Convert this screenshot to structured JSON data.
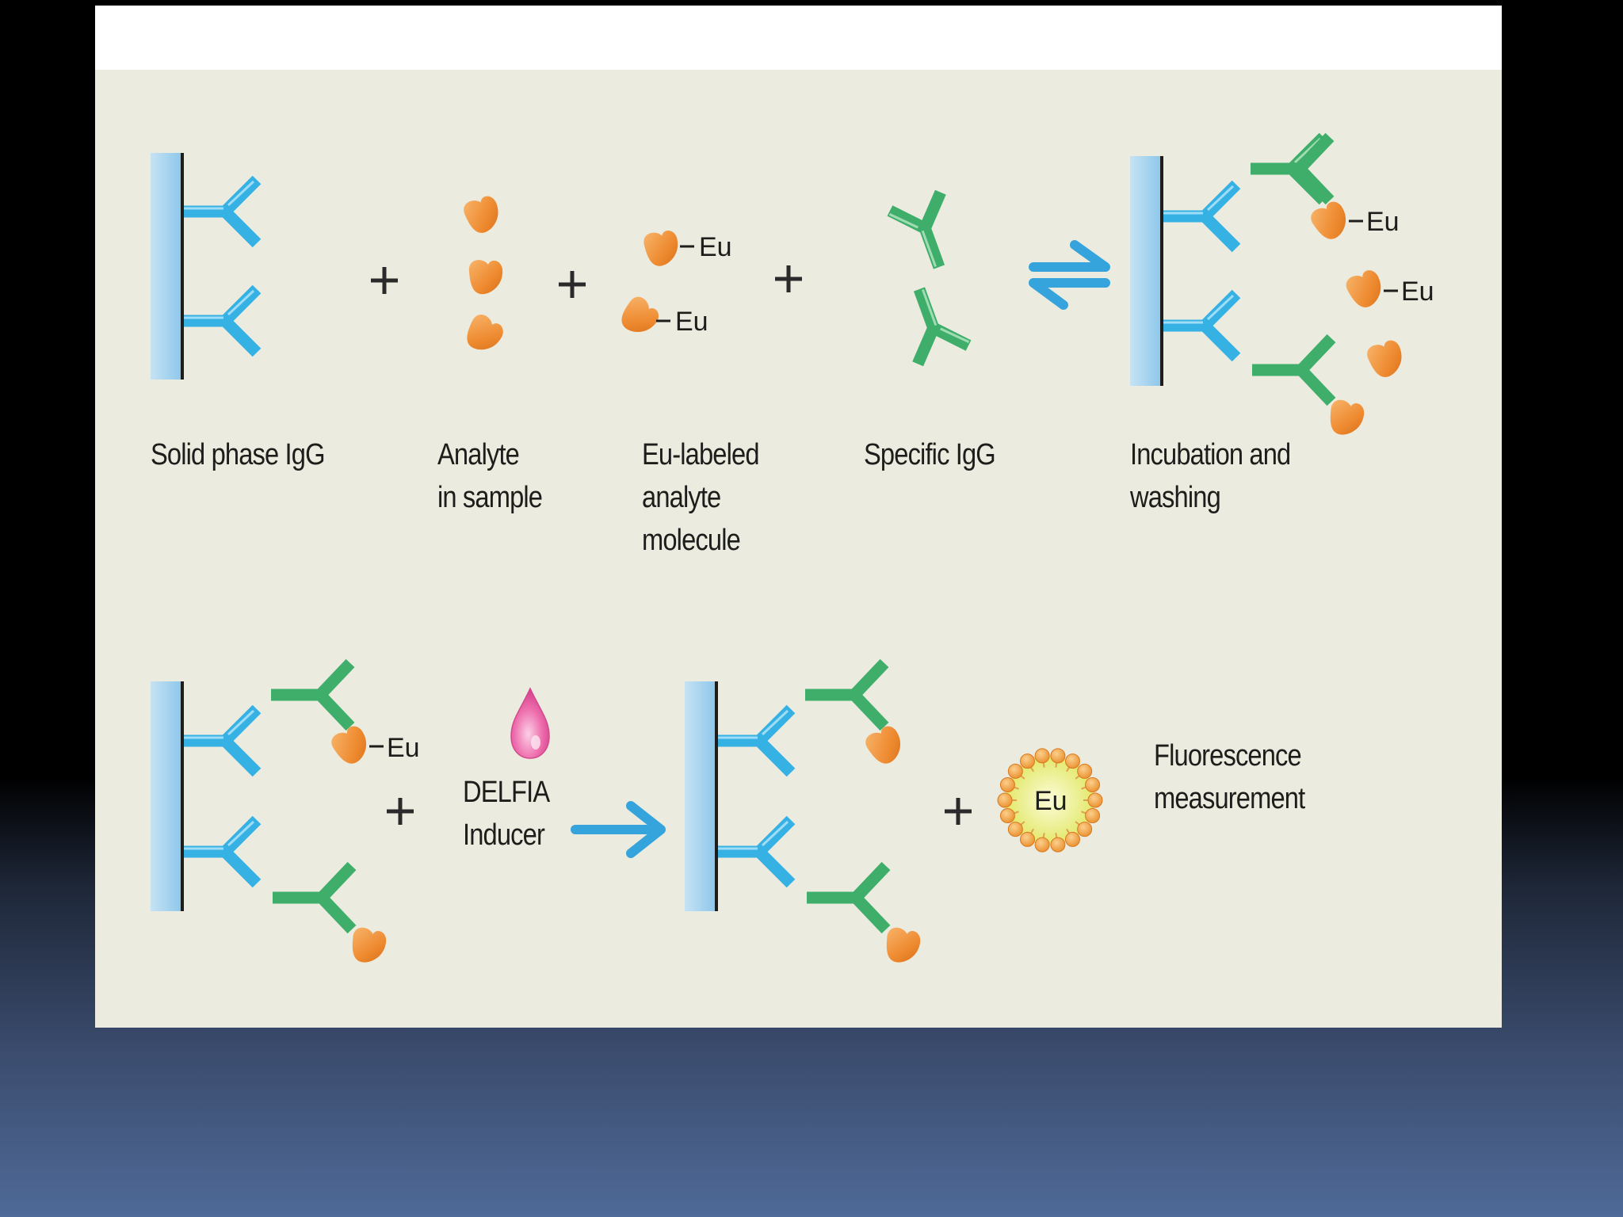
{
  "labels": {
    "solid_phase": [
      "Solid phase IgG"
    ],
    "analyte": [
      "Analyte",
      "in sample"
    ],
    "eu_labeled": [
      "Eu-labeled",
      "analyte",
      "molecule"
    ],
    "specific_igg": [
      "Specific IgG"
    ],
    "incubation": [
      "Incubation and",
      "washing"
    ],
    "delfia": [
      "DELFIA",
      "Inducer"
    ],
    "fluorescence": [
      "Fluorescence",
      "measurement"
    ]
  },
  "eu_tag": "Eu",
  "colors": {
    "slide": "#ecebdf",
    "solid_phase": "#a9d4ee",
    "capture_antibody": "#36b1e4",
    "specific_antibody": "#3fae6a",
    "analyte": "#f0913a",
    "inducer_drop": "#e85fa0",
    "arrow": "#36a4dc",
    "micelle_core": "#eef087"
  }
}
